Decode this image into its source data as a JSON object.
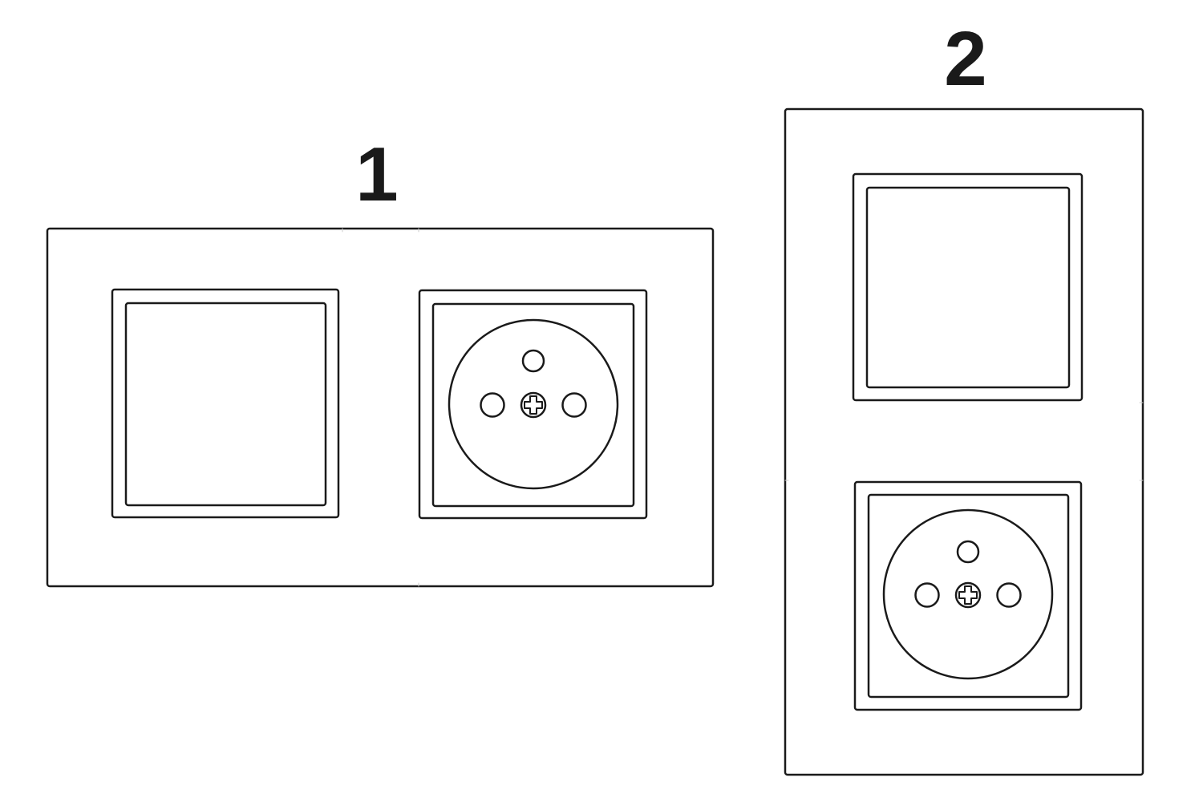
{
  "colors": {
    "stroke": "#1a1a1a",
    "background": "#ffffff"
  },
  "variants": [
    {
      "label": "1",
      "orientation": "horizontal",
      "modules": [
        "switch",
        "socket"
      ]
    },
    {
      "label": "2",
      "orientation": "vertical",
      "modules": [
        "switch",
        "socket"
      ]
    }
  ]
}
